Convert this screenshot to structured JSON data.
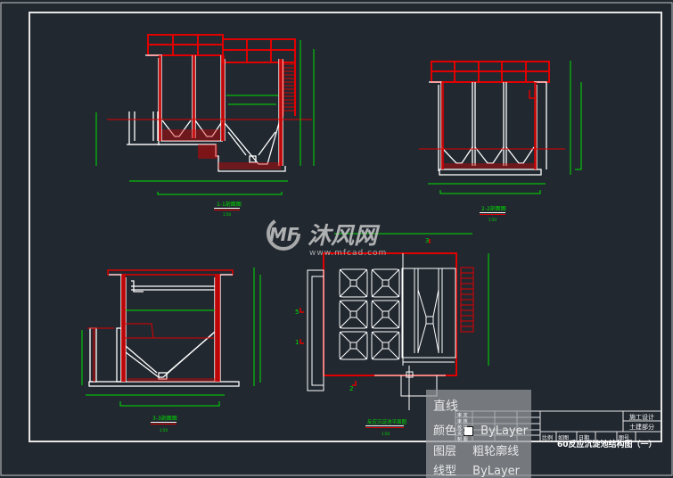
{
  "app": {
    "name": "CAD drawing viewer",
    "background": "#212830"
  },
  "colors": {
    "outline": "#ffffff",
    "rebar": "#e00000",
    "dimension": "#00e000",
    "frame": "#e6e6e6",
    "watermark": "#c8c8c8"
  },
  "watermark": {
    "brand": "沐风网",
    "url": "www.mfcad.com",
    "logo": "MF"
  },
  "drawings": {
    "section_1": {
      "title": "1-1剖面图",
      "scale": "1:50"
    },
    "section_2": {
      "title": "2-2剖面图",
      "scale": "1:50"
    },
    "section_3": {
      "title": "3-3剖面图",
      "scale": "1:50"
    },
    "plan": {
      "title": "反应沉淀池平面图",
      "scale": "1:50"
    },
    "section_markers": [
      "1",
      "2",
      "3",
      "5"
    ]
  },
  "title_block": {
    "drawing_title": "60反应沉淀池结构图（一）",
    "stage": "施工设计",
    "discipline": "土建部分",
    "sign_rows": [
      "审 定",
      "审 核",
      "校 核",
      "设 计",
      "制 图"
    ],
    "footer": [
      "比例",
      "如图",
      "日期",
      "",
      "图号",
      ""
    ]
  },
  "tooltip": {
    "object_type": "直线",
    "rows": [
      {
        "label": "颜色",
        "value": "ByLayer"
      },
      {
        "label": "图层",
        "value": "粗轮廓线"
      },
      {
        "label": "线型",
        "value": "ByLayer"
      }
    ]
  }
}
